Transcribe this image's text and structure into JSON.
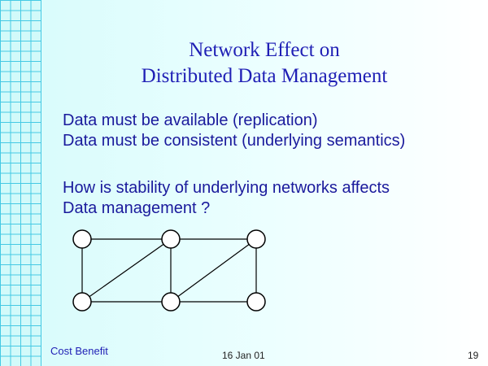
{
  "slide": {
    "title_lines": [
      "Network Effect on",
      "Distributed Data Management"
    ],
    "body1": [
      "Data must be available (replication)",
      "Data must be consistent (underlying semantics)"
    ],
    "body2": [
      "How is stability of underlying networks affects",
      "Data management ?"
    ]
  },
  "footer": {
    "left": "Cost Benefit",
    "date": "16 Jan 01",
    "page": "19"
  },
  "colors": {
    "title": "#1f1fb5",
    "grid_line": "#45c9e4",
    "background": "#d6fbfb"
  }
}
